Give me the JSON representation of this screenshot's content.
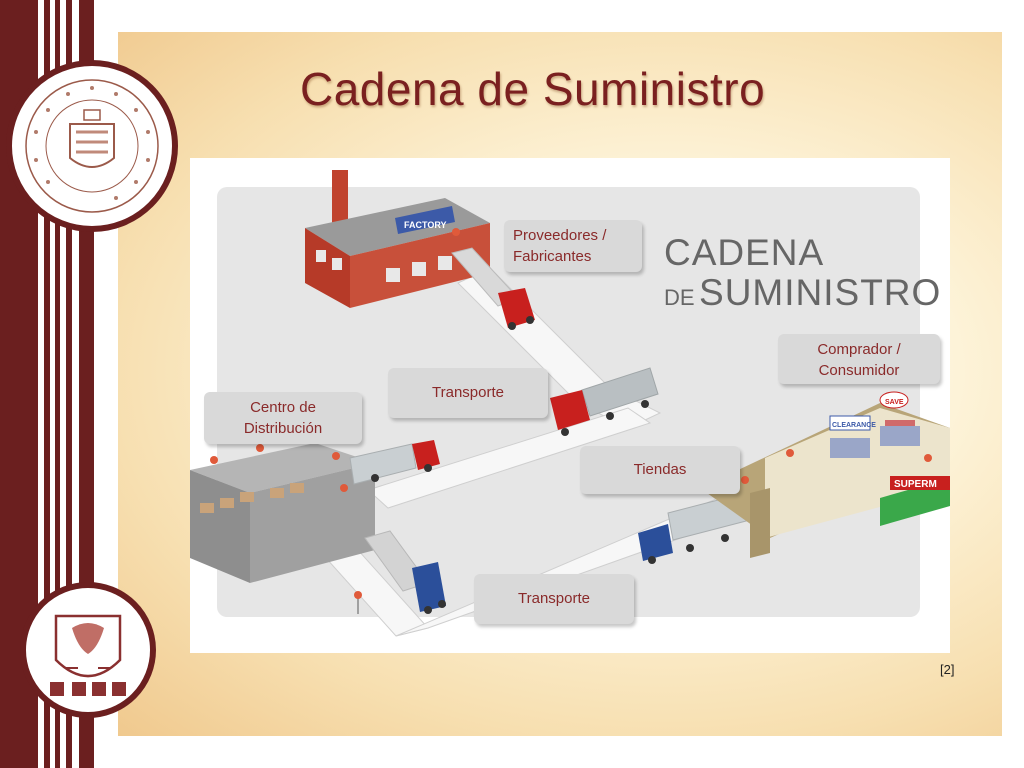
{
  "slide": {
    "title": "Cadena de Suministro",
    "citation": "[2]"
  },
  "diagram": {
    "heading_line1": "CADENA",
    "heading_de": "DE",
    "heading_line2": "SUMINISTRO",
    "factory_sign": "FACTORY",
    "store_signs": {
      "clearance": "CLEARANCE",
      "save": "SAVE",
      "market": "SUPERM"
    },
    "labels": {
      "suppliers_line1": "Proveedores /",
      "suppliers_line2": "Fabricantes",
      "transport_upper": "Transporte",
      "distribution_line1": "Centro de",
      "distribution_line2": "Distribución",
      "buyer_line1": "Comprador /",
      "buyer_line2": "Consumidor",
      "stores": "Tiendas",
      "transport_lower": "Transporte"
    }
  },
  "colors": {
    "maroon": "#6b1f1f",
    "title": "#7a2020",
    "label_text": "#8a2a2a",
    "label_bg": "#d9d9d9",
    "brick": "#c0432e",
    "truck_red": "#c8201e",
    "truck_blue": "#2b4f9a",
    "awning_green": "#3aa84a"
  },
  "icons": [
    "university-seal-icon",
    "icea-crest-icon"
  ]
}
